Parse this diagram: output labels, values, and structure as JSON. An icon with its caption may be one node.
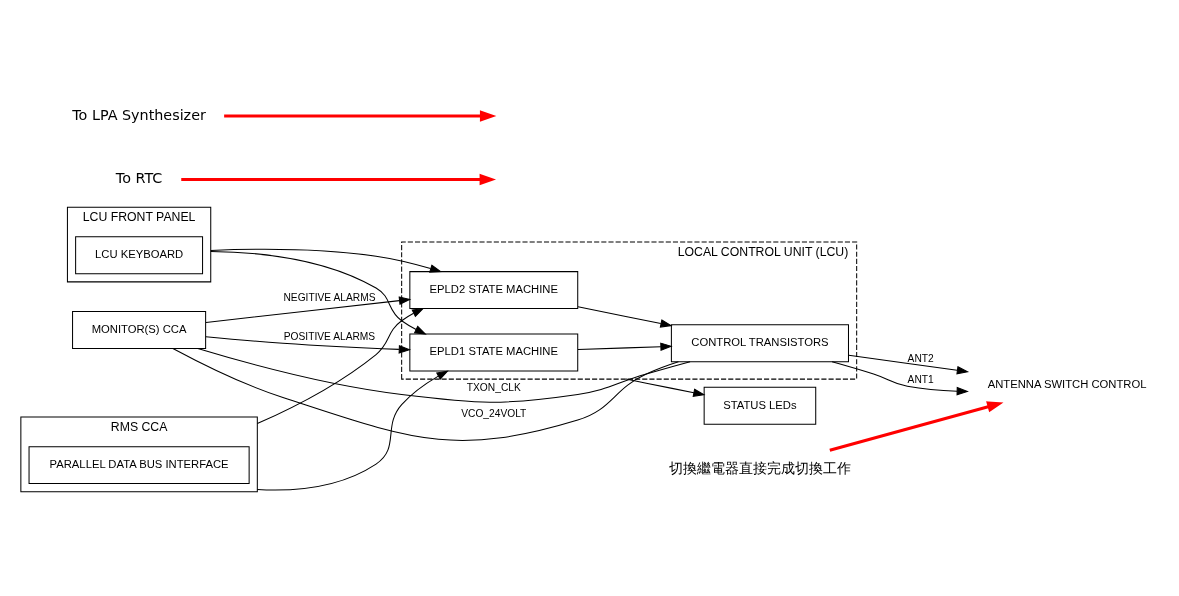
{
  "diagram": {
    "nodes": [
      {
        "text": [
          "LCU FRONT PANEL"
        ]
      },
      {
        "text": [
          "LCU KEYBOARD"
        ],
        "in": 0
      },
      {
        "text": [
          "RMS CCA"
        ]
      },
      {
        "text": [
          "PARALLEL DATA BUS INTERFACE"
        ],
        "in": 2
      },
      {
        "text": [
          "MONITOR(S) CCA"
        ]
      },
      {
        "text": [
          "LOCAL CONTROL UNIT (LCU)"
        ]
      },
      {
        "text": [
          "EPLD1 STATE MACHINE"
        ],
        "in": 5
      },
      {
        "text": [
          "EPLD2 STATE MACHINE"
        ],
        "in": 5
      },
      {
        "text": [
          "CONTROL TRANSISTORS"
        ],
        "in": 5
      },
      {
        "text": [
          "ANTENNA SWITCH CONTROL"
        ]
      },
      {
        "text": [
          "STATUS LEDs"
        ]
      },
      {
        "text": [
          "切換繼電器直接完成切換工作"
        ]
      },
      {
        "text": [
          "To RTC"
        ]
      },
      {
        "text": [
          "To LPA Synthesizer"
        ]
      }
    ],
    "edges": [
      {
        "from": 0,
        "to": 6,
        "arrow": "to"
      },
      {
        "from": 0,
        "to": 7,
        "arrow": "to"
      },
      {
        "from": 2,
        "to": 6,
        "arrow": "to"
      },
      {
        "from": 2,
        "to": 7,
        "arrow": "to"
      },
      {
        "from": 4,
        "to": 6,
        "arrow": "to",
        "label": "POSITIVE ALARMS"
      },
      {
        "from": 4,
        "to": 7,
        "arrow": "to",
        "label": "NEGITIVE ALARMS"
      },
      {
        "from": 6,
        "to": 8,
        "arrow": "to"
      },
      {
        "from": 7,
        "to": 8,
        "arrow": "to"
      },
      {
        "from": 8,
        "to": 9,
        "arrow": "to",
        "label": "ANT1"
      },
      {
        "from": 8,
        "to": 9,
        "arrow": "to",
        "label": "ANT2"
      },
      {
        "from": 8,
        "to": 4,
        "arrow": "none",
        "label": "TXON_CLK"
      },
      {
        "from": 8,
        "to": 4,
        "arrow": "none",
        "label": "VCO_24VOLT"
      },
      {
        "from": 5,
        "to": 10,
        "arrow": "to"
      },
      {
        "from": 11,
        "to": 9,
        "arrow": "to",
        "style": "thick",
        "color": "#ff0000"
      },
      {
        "from": 12,
        "to": null,
        "arrow": "to",
        "style": "thick",
        "color": "#ff0000"
      },
      {
        "from": 13,
        "to": null,
        "arrow": "to",
        "style": "thick",
        "color": "#ff0000"
      }
    ]
  }
}
